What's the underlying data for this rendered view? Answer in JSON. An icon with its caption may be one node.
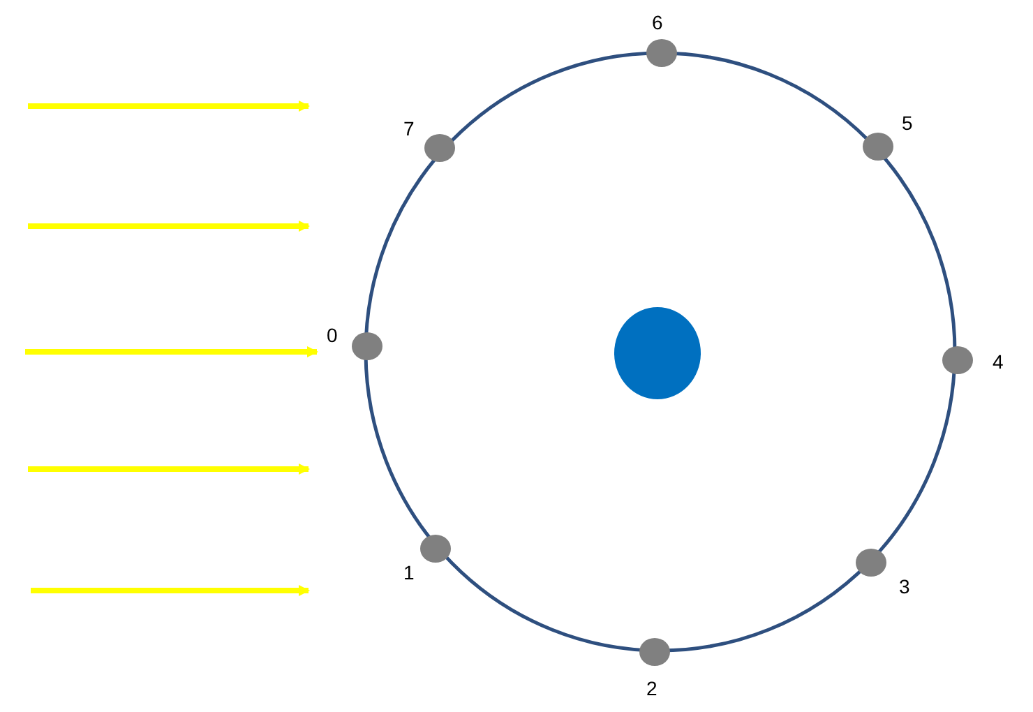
{
  "diagram": {
    "nodes": [
      {
        "text": [
          "0"
        ]
      },
      {
        "text": [
          "1"
        ]
      },
      {
        "text": [
          "2"
        ]
      },
      {
        "text": [
          "3"
        ]
      },
      {
        "text": [
          "4"
        ]
      },
      {
        "text": [
          "5"
        ]
      },
      {
        "text": [
          "6"
        ]
      },
      {
        "text": [
          "7"
        ]
      }
    ],
    "edges": []
  }
}
